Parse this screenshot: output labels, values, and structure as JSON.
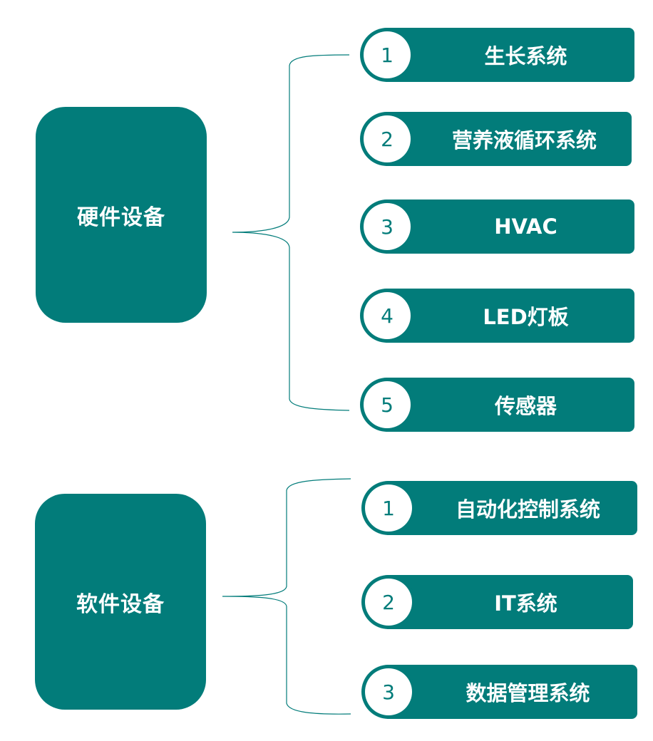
{
  "colors": {
    "accent": "#027c7a",
    "background": "#ffffff",
    "text_on_accent": "#ffffff"
  },
  "groups": [
    {
      "title": "硬件设备",
      "items": [
        {
          "number": "1",
          "label": "生长系统"
        },
        {
          "number": "2",
          "label": "营养液循环系统"
        },
        {
          "number": "3",
          "label": "HVAC"
        },
        {
          "number": "4",
          "label": "LED灯板"
        },
        {
          "number": "5",
          "label": "传感器"
        }
      ]
    },
    {
      "title": "软件设备",
      "items": [
        {
          "number": "1",
          "label": "自动化控制系统"
        },
        {
          "number": "2",
          "label": "IT系统"
        },
        {
          "number": "3",
          "label": "数据管理系统"
        }
      ]
    }
  ]
}
